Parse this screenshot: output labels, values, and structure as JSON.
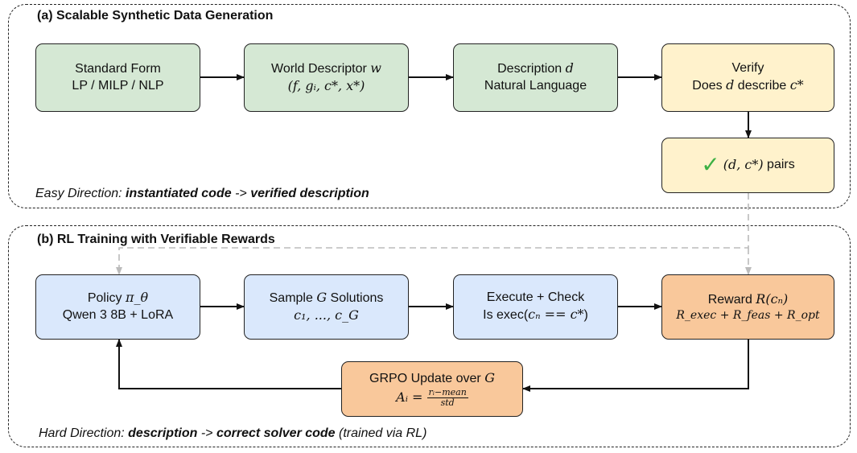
{
  "panel_a": {
    "title": "(a) Scalable Synthetic Data Generation",
    "caption_prefix": "Easy Direction: ",
    "caption_bold1": "instantiated code",
    "caption_mid": " -> ",
    "caption_bold2": "verified description"
  },
  "boxes_a": {
    "standard_form": {
      "line1": "Standard Form",
      "line2": "LP / MILP / NLP"
    },
    "world_descriptor": {
      "label": "World Descriptor ",
      "var": "w",
      "tuple": "(f, gᵢ, c*, x*)"
    },
    "description": {
      "label": "Description ",
      "var": "d",
      "line2": "Natural Language"
    },
    "verify": {
      "line1": "Verify",
      "pre": "Does ",
      "var": "d",
      "mid": " describe ",
      "var2": "c*"
    },
    "pairs": {
      "check": "✓",
      "tuple": "(d, c*)",
      "label": " pairs"
    }
  },
  "panel_b": {
    "title": "(b) RL Training with Verifiable Rewards",
    "caption_prefix": "Hard Direction: ",
    "caption_bold1": "description",
    "caption_mid": " -> ",
    "caption_bold2": "correct solver code",
    "caption_suffix": " (trained via RL)"
  },
  "boxes_b": {
    "policy": {
      "label": "Policy ",
      "var": "π_θ",
      "line2": "Qwen 3 8B + LoRA"
    },
    "sample": {
      "pre": "Sample ",
      "var": "G",
      "post": " Solutions",
      "line2": "c₁, ..., c_G"
    },
    "execute": {
      "line1": "Execute + Check",
      "pre": "Is exec(",
      "expr": "cₙ == c*",
      "post": ")"
    },
    "reward": {
      "label": "Reward ",
      "expr": "R(cₙ)",
      "line2": "R_exec + R_feas + R_opt"
    },
    "grpo": {
      "label": "GRPO Update over ",
      "var": "G",
      "lhs": "Aᵢ = ",
      "num": "rᵢ−mean",
      "den": "std"
    }
  }
}
